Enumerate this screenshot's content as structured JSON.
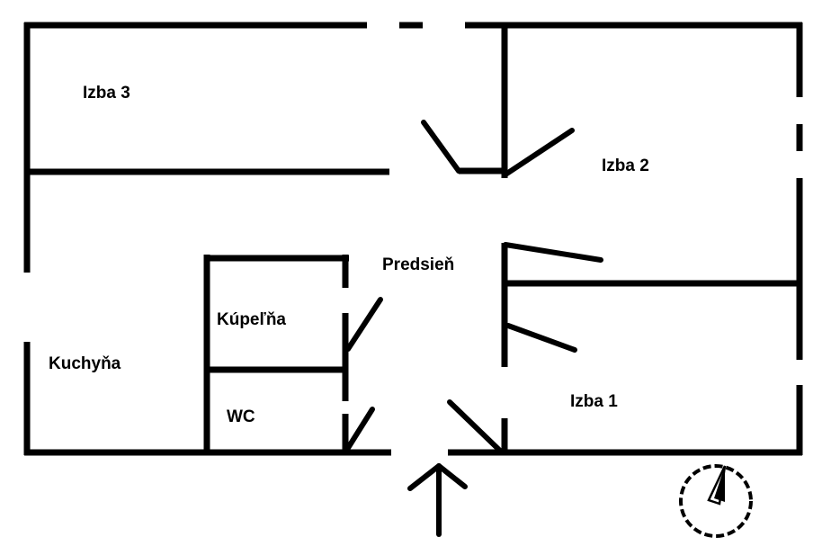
{
  "rooms": {
    "izba3": "Izba 3",
    "izba2": "Izba 2",
    "predsien": "Predsieň",
    "kupelna": "Kúpeľňa",
    "kuchyna": "Kuchyňa",
    "wc": "WC",
    "izba1": "Izba 1"
  },
  "icons": {
    "entrance": "up-arrow-icon",
    "compass": "compass-icon"
  },
  "colors": {
    "wall": "#000000",
    "background": "#ffffff"
  }
}
